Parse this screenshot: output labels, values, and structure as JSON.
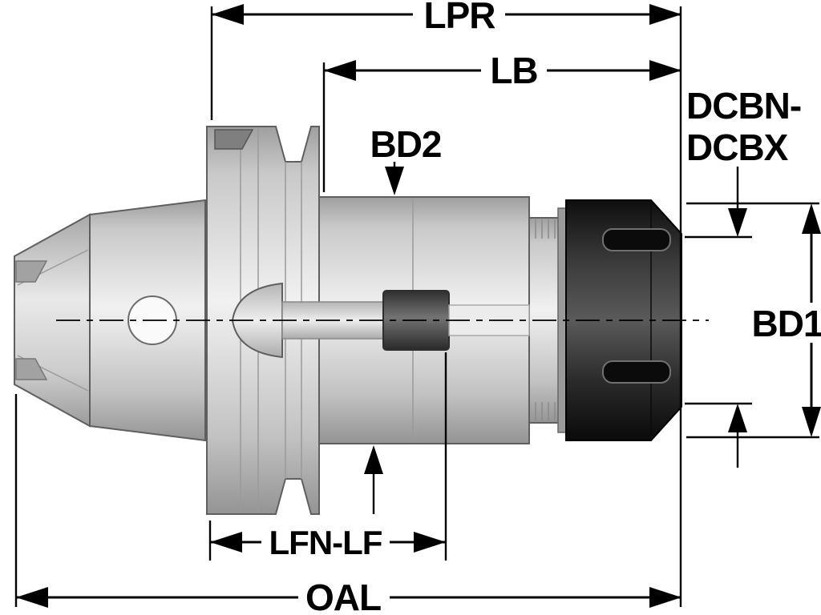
{
  "diagram": {
    "type": "technical-dimension-drawing",
    "subject": "Collet chuck tool holder with HSK shank and ER collet nut",
    "labels": {
      "lpr": "LPR",
      "lb": "LB",
      "bd2": "BD2",
      "dcbn_line1": "DCBN-",
      "dcbn_line2": "DCBX",
      "bd1": "BD1",
      "lfn_lf": "LFN-LF",
      "oal": "OAL"
    },
    "colors": {
      "background": "#ffffff",
      "dimension_lines": "#000000",
      "text": "#000000",
      "body_metal_light": "#f1f1f1",
      "body_metal_dark": "#9f9f9f",
      "nut_dark": "#1a1a1a",
      "nut_highlight": "#5a5a5a",
      "set_screw": "#4f4f4f"
    }
  }
}
